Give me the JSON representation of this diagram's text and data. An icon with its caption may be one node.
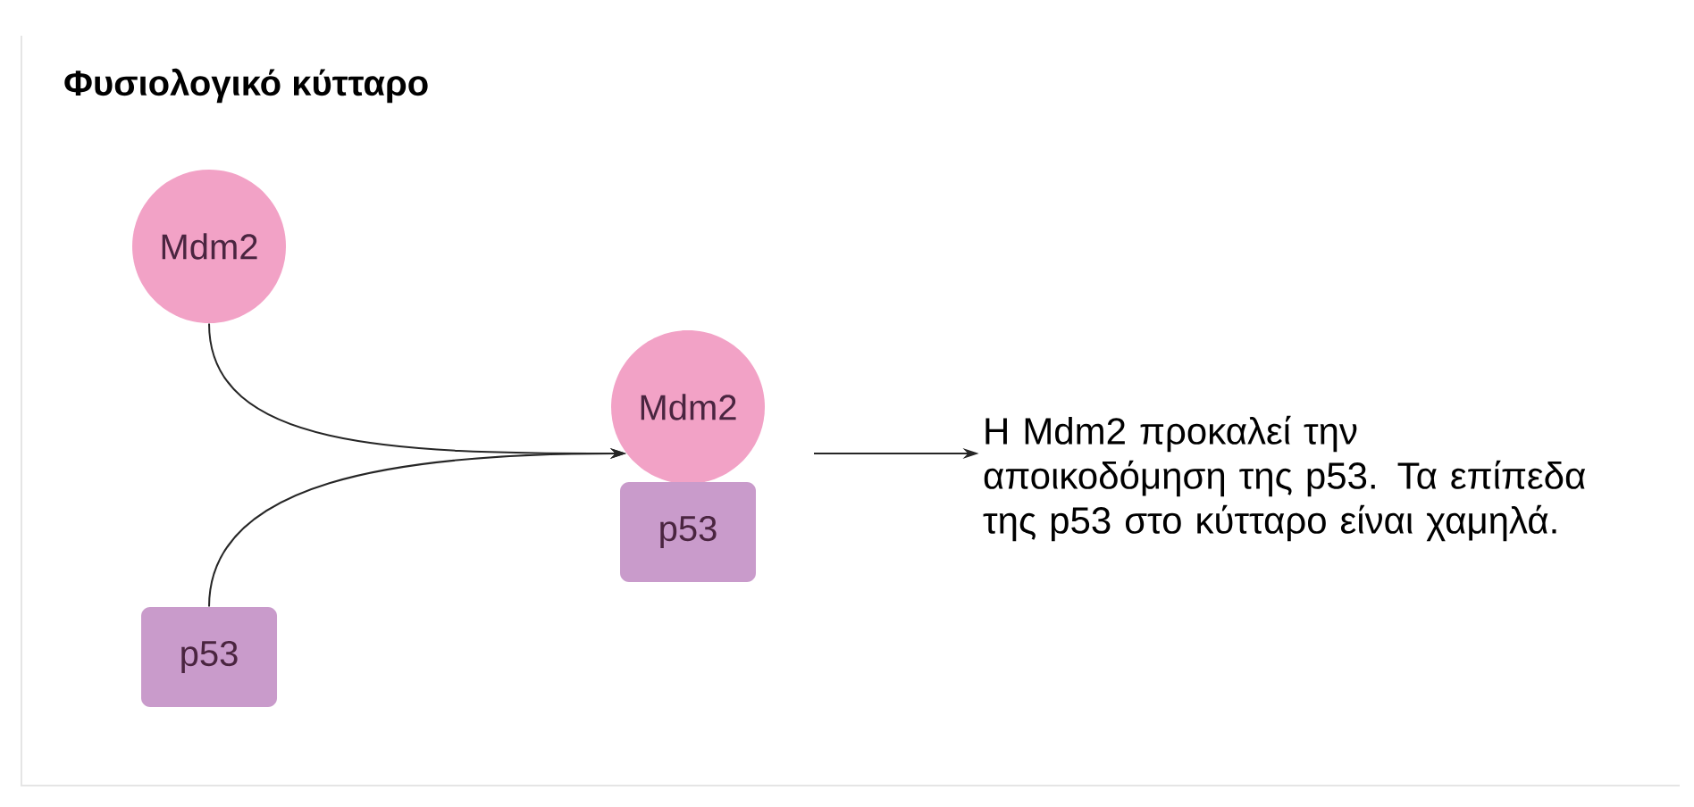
{
  "diagram": {
    "title": "Φυσιολογικό κύτταρο",
    "nodes": [
      {
        "text": [
          "Mdm2"
        ]
      },
      {
        "text": [
          "p53"
        ]
      },
      {
        "text": [
          "Mdm2"
        ]
      },
      {
        "text": [
          "p53"
        ]
      },
      {
        "text": [
          "Η Mdm2 προκαλεί την αποικοδόμηση της p53. Τα επίπεδα της p53 στο κύτταρο είναι χαμηλά."
        ]
      }
    ],
    "edges": [
      {
        "from": 0,
        "to": 2,
        "arrow": "to"
      },
      {
        "from": 1,
        "to": 2,
        "arrow": "to"
      },
      {
        "from": 2,
        "to": 4,
        "arrow": "to"
      }
    ]
  }
}
